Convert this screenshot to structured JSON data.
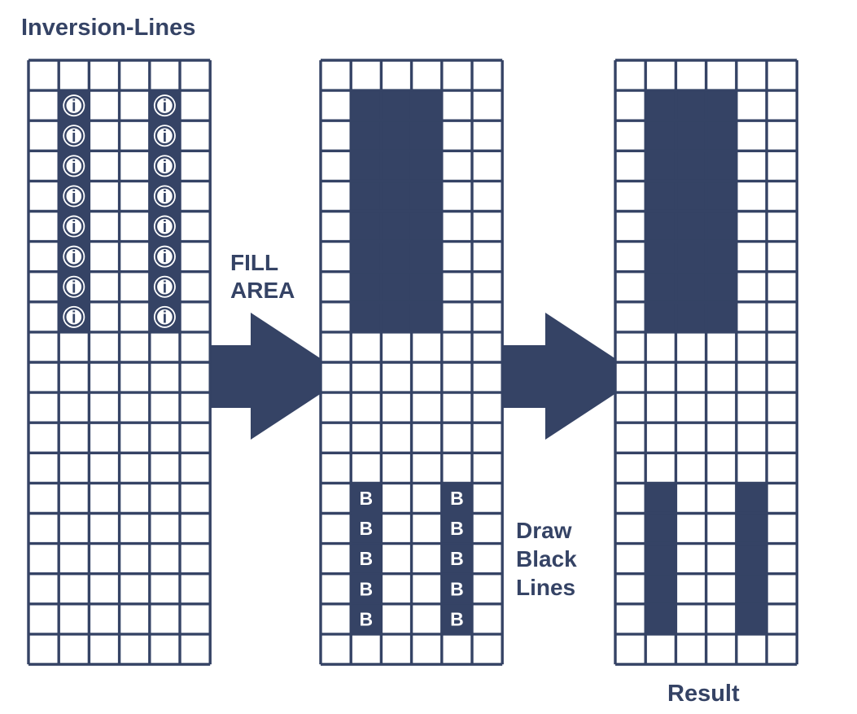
{
  "title": "Inversion-Lines",
  "step1_label": [
    "FILL",
    "AREA"
  ],
  "step2_label": [
    "Draw",
    "Black",
    "Lines"
  ],
  "result_label": "Result",
  "inversion_marker": "i",
  "black_marker": "B",
  "colors": {
    "ink": "#354365",
    "background": "#ffffff"
  },
  "grids": [
    {
      "id": "inversion-grid",
      "cols": 6,
      "rows": 20,
      "filled": [],
      "marker_columns": [
        {
          "col": 1,
          "row_start": 1,
          "row_end": 8,
          "marker": "i"
        },
        {
          "col": 4,
          "row_start": 1,
          "row_end": 8,
          "marker": "i"
        }
      ]
    },
    {
      "id": "fill-area-grid",
      "cols": 6,
      "rows": 20,
      "filled": [
        {
          "col_start": 1,
          "col_end": 3,
          "row_start": 1,
          "row_end": 8
        }
      ],
      "marker_columns": [
        {
          "col": 1,
          "row_start": 14,
          "row_end": 18,
          "marker": "B"
        },
        {
          "col": 4,
          "row_start": 14,
          "row_end": 18,
          "marker": "B"
        }
      ]
    },
    {
      "id": "result-grid",
      "cols": 6,
      "rows": 20,
      "filled": [
        {
          "col_start": 1,
          "col_end": 3,
          "row_start": 1,
          "row_end": 8
        },
        {
          "col_start": 1,
          "col_end": 1,
          "row_start": 14,
          "row_end": 18
        },
        {
          "col_start": 4,
          "col_end": 4,
          "row_start": 14,
          "row_end": 18
        }
      ],
      "marker_columns": []
    }
  ]
}
